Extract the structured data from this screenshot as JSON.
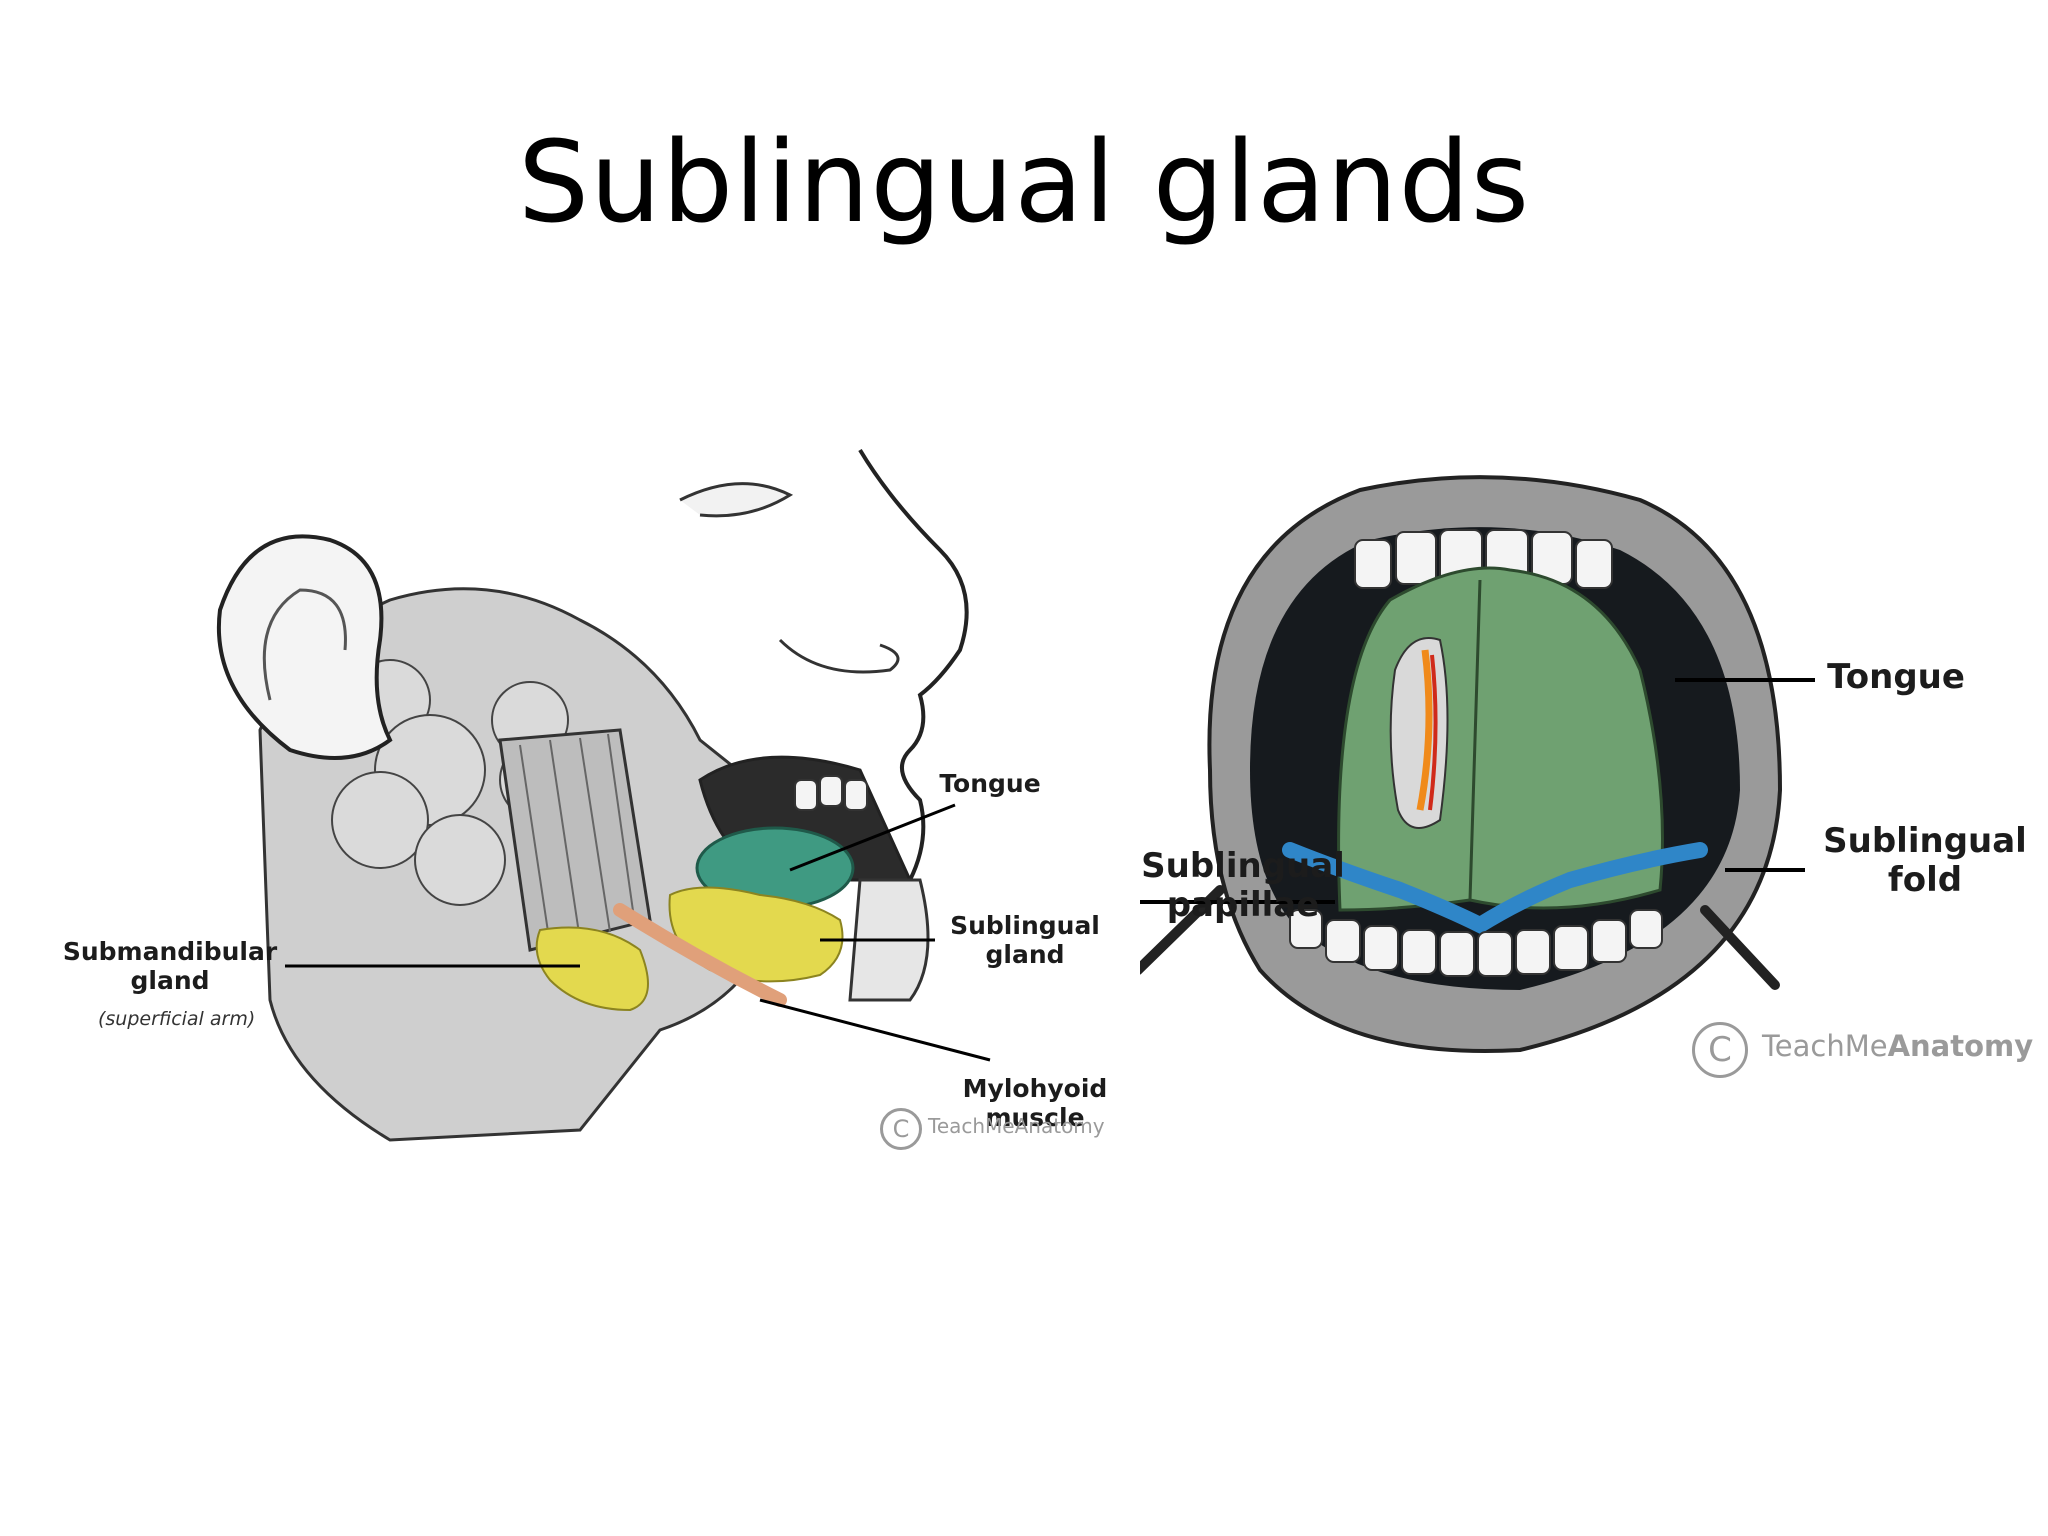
{
  "slide": {
    "title": "Sublingual glands"
  },
  "left_figure": {
    "labels": {
      "tongue": "Tongue",
      "sublingual_gland": "Sublingual\ngland",
      "submandibular_gland": "Submandibular\ngland",
      "submandibular_note": "(superficial arm)",
      "mylohyoid": "Mylohyoid\nmuscle"
    },
    "watermark": "TeachMeAnatomy",
    "colors": {
      "tongue": "#3f9a82",
      "gland": "#e3d94e",
      "muscle": "#e0a07a"
    }
  },
  "right_figure": {
    "labels": {
      "tongue": "Tongue",
      "sublingual_fold": "Sublingual\nfold",
      "sublingual_papillae": "Sublingual\npapillae"
    },
    "watermark_prefix": "TeachMe",
    "watermark_bold": "Anatomy",
    "copyright_symbol": "C",
    "colors": {
      "tongue": "#6fa171",
      "fold": "#2f86c8",
      "vessel": "#f08a1a"
    }
  }
}
